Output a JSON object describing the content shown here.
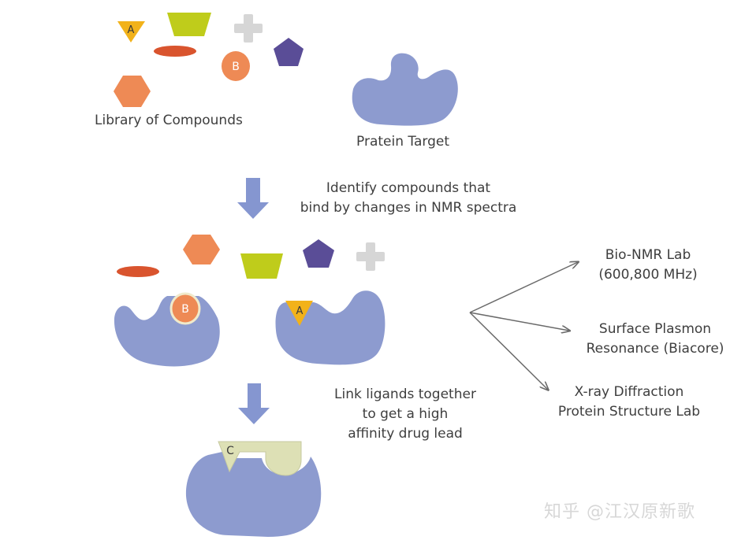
{
  "labels": {
    "library": "Library of Compounds",
    "target": "Pratein Target",
    "step1_line1": "Identify compounds that",
    "step1_line2": "bind by changes in NMR spectra",
    "step2_line1": "Link ligands together",
    "step2_line2": "to get a high",
    "step2_line3": "affinity drug lead",
    "nmr_line1": "Bio-NMR Lab",
    "nmr_line2": "(600,800 MHz)",
    "spr_line1": "Surface Plasmon",
    "spr_line2": "Resonance (Biacore)",
    "xray_line1": "X-ray Diffraction",
    "xray_line2": "Protein Structure Lab"
  },
  "shape_letters": {
    "a": "A",
    "b": "B",
    "c": "C"
  },
  "watermark": "知乎 @江汉原新歌",
  "colors": {
    "protein": "#8d9bcf",
    "arrow": "#8596d0",
    "orange": "#ee8a55",
    "green": "#bfcc1b",
    "red": "#d9542e",
    "purple": "#5a4d97",
    "gray": "#d6d6d6",
    "yellow": "#f2b21a",
    "linker": "#dde0b5"
  },
  "icons": [
    "triangle-a",
    "trapezoid",
    "plus",
    "pentagon",
    "ellipse",
    "circle-b",
    "hexagon",
    "protein",
    "down-arrow",
    "pointer-arrow"
  ]
}
